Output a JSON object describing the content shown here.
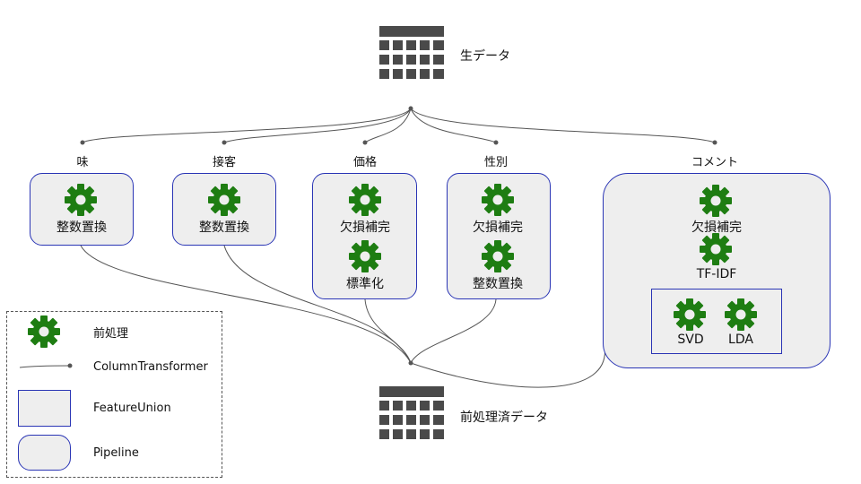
{
  "nodes": {
    "raw_data": {
      "label": "生データ",
      "icon": "table-icon"
    },
    "processed_data": {
      "label": "前処理済データ",
      "icon": "table-icon"
    }
  },
  "columns": [
    {
      "name": "味",
      "steps": [
        "整数置換"
      ]
    },
    {
      "name": "接客",
      "steps": [
        "整数置換"
      ]
    },
    {
      "name": "価格",
      "steps": [
        "欠損補完",
        "標準化"
      ]
    },
    {
      "name": "性別",
      "steps": [
        "欠損補完",
        "整数置換"
      ]
    },
    {
      "name": "コメント",
      "steps": [
        "欠損補完",
        "TF-IDF"
      ],
      "union": [
        "SVD",
        "LDA"
      ]
    }
  ],
  "legend": {
    "preprocess": "前処理",
    "column_transformer": "ColumnTransformer",
    "feature_union": "FeatureUnion",
    "pipeline": "Pipeline"
  },
  "colors": {
    "gear": "#1e7d12",
    "box_border": "#2a35b5",
    "box_fill": "#eeeeee",
    "table": "#4a4a4a",
    "wire": "#555555"
  }
}
